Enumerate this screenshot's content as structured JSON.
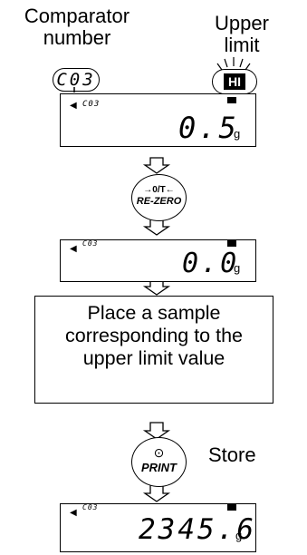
{
  "labels": {
    "comparator_number": [
      "Comparator",
      "number"
    ],
    "upper_limit": [
      "Upper",
      "limit"
    ],
    "store": "Store"
  },
  "comparator_bubble": "C03",
  "hi_badge": "HI",
  "displays": [
    {
      "comparator": "C03",
      "value": "0.5",
      "unit": "g"
    },
    {
      "comparator": "C03",
      "value": "0.0",
      "unit": "g"
    },
    {
      "comparator": "C03",
      "value": "2345.6",
      "unit": "g"
    }
  ],
  "rezero_button": {
    "line1": "→0/T←",
    "line2": "RE-ZERO"
  },
  "instruction": [
    "Place a sample",
    "corresponding to the",
    "upper limit value"
  ],
  "print_button": {
    "symbol": "⊙",
    "label": "PRINT"
  }
}
